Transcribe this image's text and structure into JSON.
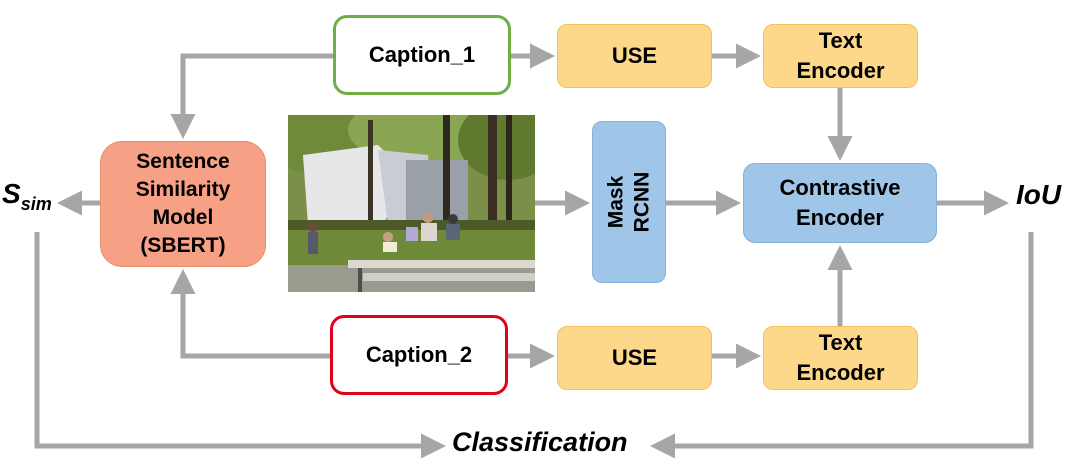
{
  "caption_1": "Caption_1",
  "caption_2": "Caption_2",
  "use_1": "USE",
  "use_2": "USE",
  "text_encoder_1": [
    "Text",
    "Encoder"
  ],
  "text_encoder_2": [
    "Text",
    "Encoder"
  ],
  "sentence_model": [
    "Sentence",
    "Similarity",
    "Model",
    "(SBERT)"
  ],
  "mask_rcnn": [
    "Mask",
    "RCNN"
  ],
  "contrastive_encoder": [
    "Contrastive",
    "Encoder"
  ],
  "s_sim": {
    "base": "S",
    "sub": "sim"
  },
  "iou": "IoU",
  "classification": "Classification",
  "colors": {
    "caption_1_border": "#70ad47",
    "caption_2_border": "#e2001a",
    "use_fill": "#fdd88a",
    "sbert_fill": "#f6a085",
    "blue_fill": "#9fc5e8",
    "arrow": "#a6a6a6"
  }
}
